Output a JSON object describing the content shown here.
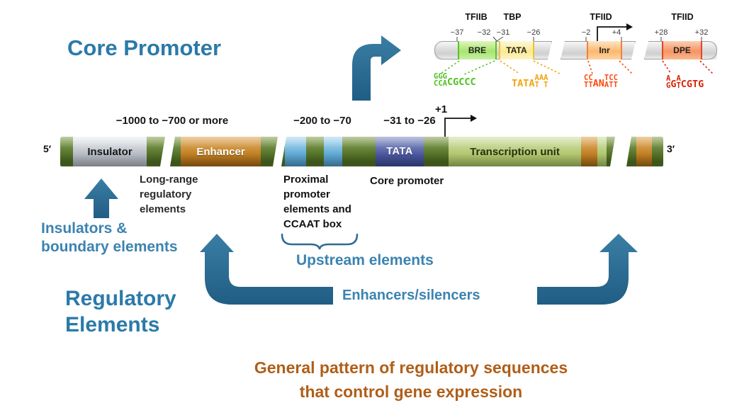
{
  "colors": {
    "heading-blue": "#2b7aa9",
    "label-blue": "#3b83b0",
    "arrow-teal-light": "#3a7ea4",
    "arrow-teal-dark": "#205d84",
    "caption-brown": "#b05e18",
    "seq-green": "#4cc21e",
    "seq-orange": "#f2a40e",
    "seq-red": "#fb4a12",
    "seq-darkred": "#d62408"
  },
  "titles": {
    "core_promoter": "Core Promoter",
    "regulatory_line1": "Regulatory",
    "regulatory_line2": "Elements",
    "caption_line1": "General pattern of regulatory sequences",
    "caption_line2": "that control gene expression"
  },
  "core_detail": {
    "proteins": [
      "TFIIB",
      "TBP",
      "TFIID",
      "TFIID"
    ],
    "positions": [
      "−37",
      "−32",
      "−31",
      "−26",
      "−2",
      "+4",
      "+28",
      "+32"
    ],
    "elements": [
      "BRE",
      "TATA",
      "Inr",
      "DPE"
    ],
    "sequences": {
      "bre": {
        "stack_top": "GGG",
        "stack_bottom": "CCA",
        "tail": "CGCCC"
      },
      "tata": {
        "head": "TATA",
        "s1_top": "A",
        "s1_bottom": "T",
        "mid": "A",
        "s2_top": "A",
        "s2_bottom": "T"
      },
      "inr": {
        "s1_top": "CC",
        "s1_bottom": "TT",
        "mid": "AN",
        "s2_top": "TCC",
        "s2_bottom": "ATT"
      },
      "dpe": {
        "s1_top": "A",
        "s1_bottom": "G",
        "mid": "G",
        "s2_top": "A",
        "s2_bottom": "T",
        "tail": "CGTG"
      }
    }
  },
  "main_bar": {
    "five_prime": "5′",
    "three_prime": "3′",
    "plus_one": "+1",
    "ranges": [
      "−1000 to −700 or more",
      "−200 to −70",
      "−31 to −26"
    ],
    "segments": {
      "insulator": "Insulator",
      "enhancer": "Enhancer",
      "tata": "TATA",
      "transcription_unit": "Transcription unit"
    }
  },
  "annotations": {
    "long_range": [
      "Long-range",
      "regulatory",
      "elements"
    ],
    "proximal": [
      "Proximal",
      "promoter",
      "elements and",
      "CCAAT box"
    ],
    "core_promoter_label": "Core promoter",
    "insulators_line1": "Insulators &",
    "insulators_line2": "boundary elements",
    "upstream": "Upstream elements",
    "enhancers_silencers": "Enhancers/silencers"
  }
}
